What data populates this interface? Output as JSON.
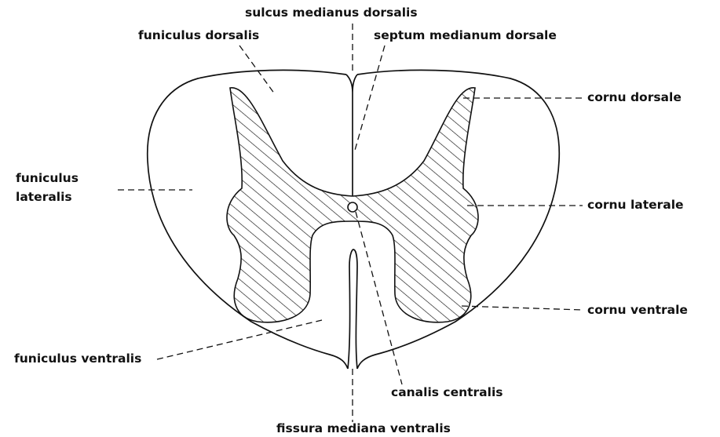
{
  "labels": {
    "sulcus_medianus_dorsalis": "sulcus medianus dorsalis",
    "funiculus_dorsalis": "funiculus dorsalis",
    "septum_medianum_dorsale": "septum medianum dorsale",
    "cornu_dorsale": "cornu dorsale",
    "funiculus_lateralis_line1": "funiculus",
    "funiculus_lateralis_line2": "lateralis",
    "cornu_laterale": "cornu laterale",
    "cornu_ventrale": "cornu ventrale",
    "funiculus_ventralis": "funiculus ventralis",
    "canalis_centralis": "canalis centralis",
    "fissura_mediana_ventralis": "fissura mediana ventralis"
  },
  "colors": {
    "ink": "#111111",
    "background": "#ffffff"
  }
}
